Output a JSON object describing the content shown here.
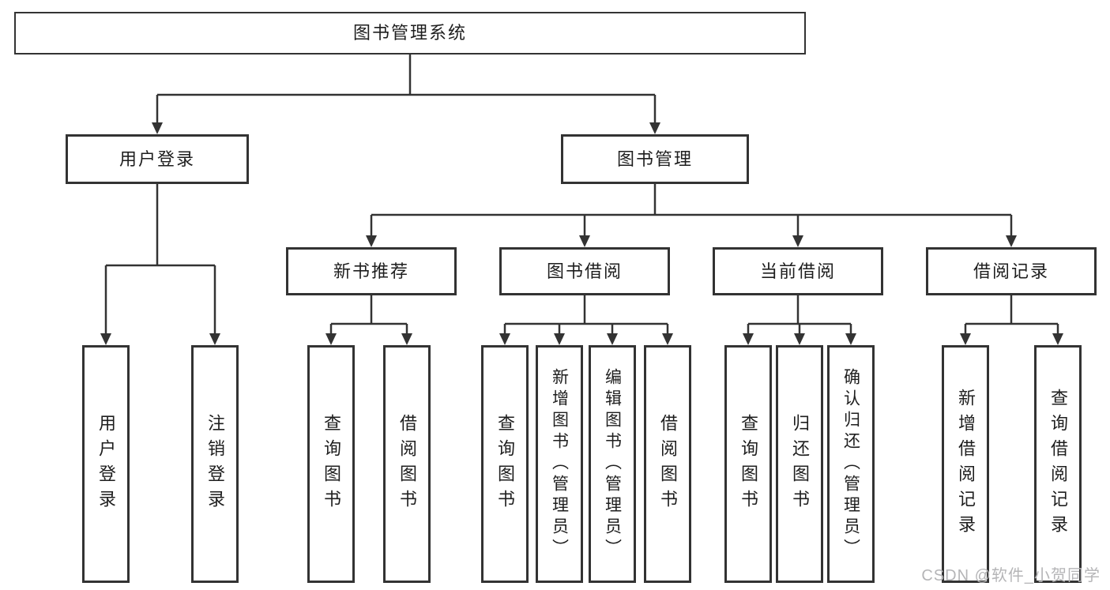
{
  "diagram": {
    "type": "tree",
    "colors": {
      "line": "#333333",
      "box_border": "#333333",
      "box_fill": "#ffffff",
      "text": "#1e1e1e",
      "watermark": "#b5b5b7",
      "background": "#ffffff"
    },
    "tree": {
      "root": {
        "label": "图书管理系统"
      },
      "children": [
        {
          "label": "用户登录",
          "children": [
            {
              "label": "用户登录"
            },
            {
              "label": "注销登录"
            }
          ]
        },
        {
          "label": "图书管理",
          "children": [
            {
              "label": "新书推荐",
              "children": [
                {
                  "label": "查询图书"
                },
                {
                  "label": "借阅图书"
                }
              ]
            },
            {
              "label": "图书借阅",
              "children": [
                {
                  "label": "查询图书"
                },
                {
                  "label": "新增图书（管理员）"
                },
                {
                  "label": "编辑图书（管理员）"
                },
                {
                  "label": "借阅图书"
                }
              ]
            },
            {
              "label": "当前借阅",
              "children": [
                {
                  "label": "查询图书"
                },
                {
                  "label": "归还图书"
                },
                {
                  "label": "确认归还（管理员）"
                }
              ]
            },
            {
              "label": "借阅记录",
              "children": [
                {
                  "label": "新增借阅记录"
                },
                {
                  "label": "查询借阅记录"
                }
              ]
            }
          ]
        }
      ]
    },
    "watermark": "CSDN @软件_小贺同学"
  }
}
